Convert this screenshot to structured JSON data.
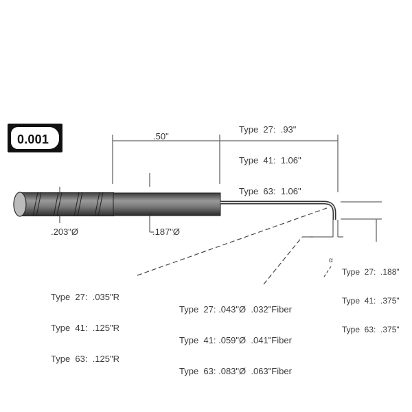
{
  "badge": {
    "value": "0.001",
    "icon": "cylinder-end-icon"
  },
  "dimensions": {
    "shank_length": ".50\"",
    "extension_length": [
      {
        "type": "Type  27:",
        "value": ".93\""
      },
      {
        "type": "Type  41:",
        "value": "1.06\""
      },
      {
        "type": "Type  63:",
        "value": "1.06\""
      }
    ],
    "knurl_diameter": ".203\"Ø",
    "shank_diameter": ".187\"Ø",
    "bend_radius": [
      {
        "type": "Type  27:",
        "value": ".035\"R"
      },
      {
        "type": "Type  41:",
        "value": ".125\"R"
      },
      {
        "type": "Type  63:",
        "value": ".125\"R"
      }
    ],
    "tip_diameter_fiber": [
      {
        "type": "Type  27:",
        "value": ".043\"Ø  .032\"Fiber"
      },
      {
        "type": "Type  41:",
        "value": ".059\"Ø  .041\"Fiber"
      },
      {
        "type": "Type  63:",
        "value": ".083\"Ø  .063\"Fiber"
      }
    ],
    "tip_length": [
      {
        "type": "Type  27:",
        "value": ".188\""
      },
      {
        "type": "Type  41:",
        "value": ".375\""
      },
      {
        "type": "Type  63:",
        "value": ".375\""
      }
    ],
    "angle_symbol": "α"
  }
}
